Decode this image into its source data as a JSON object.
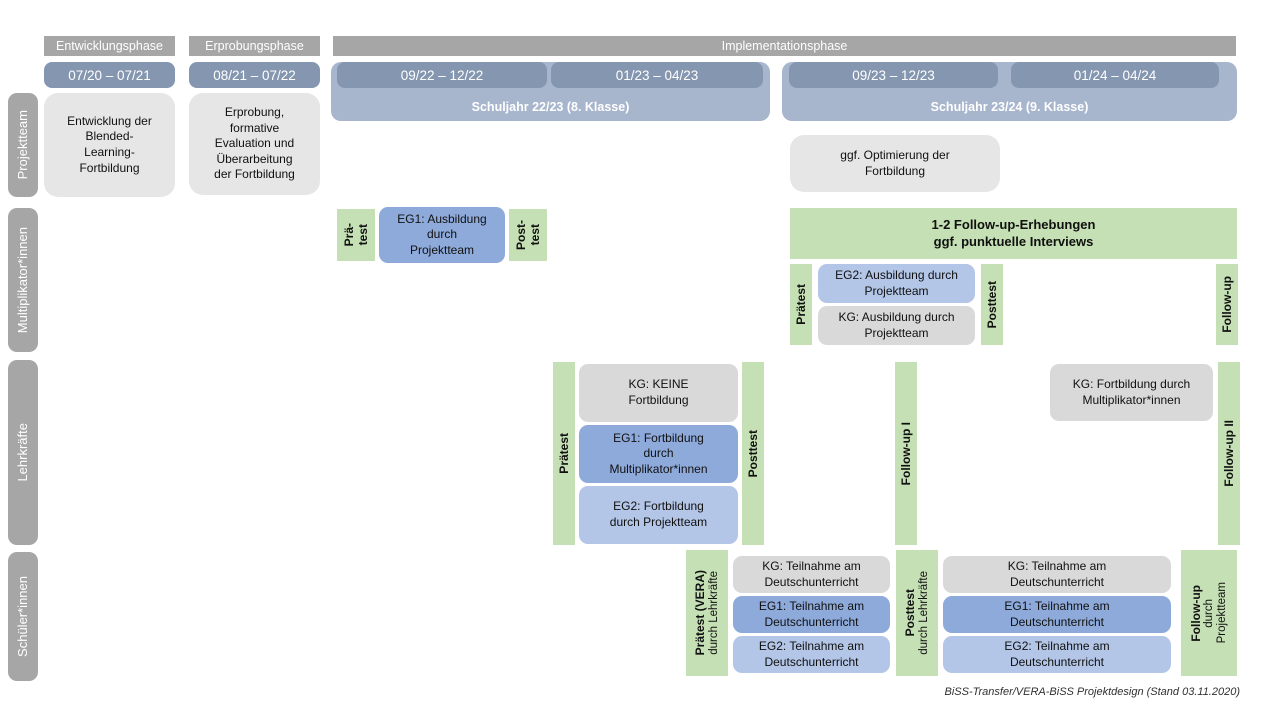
{
  "phases": {
    "entwicklung": "Entwicklungsphase",
    "erprobung": "Erprobungsphase",
    "implementation": "Implementationsphase"
  },
  "dates": {
    "d1": "07/20 – 07/21",
    "d2": "08/21 – 07/22",
    "d3": "09/22 – 12/22",
    "d4": "01/23 – 04/23",
    "d5": "09/23 – 12/23",
    "d6": "01/24 – 04/24"
  },
  "school_years": {
    "sy1": "Schuljahr 22/23 (8. Klasse)",
    "sy2": "Schuljahr 23/24 (9. Klasse)"
  },
  "rows": {
    "projektteam": "Projektteam",
    "multiplikatoren": "Multiplikator*innen",
    "lehrkraefte": "Lehrkräfte",
    "schueler": "Schüler*innen"
  },
  "projektteam": {
    "entwicklung_box": "Entwicklung der\nBlended-\nLearning-\nFortbildung",
    "erprobung_box": "Erprobung,\nformative\nEvaluation und\nÜberarbeitung\nder Fortbildung",
    "optimierung_box": "ggf. Optimierung der\nFortbildung"
  },
  "multiplikatoren": {
    "prae_l1": "Prä-",
    "prae_l2": "test",
    "eg1": "EG1: Ausbildung\ndurch\nProjektteam",
    "post_l1": "Post-",
    "post_l2": "test",
    "followup_box": "1-2 Follow-up-Erhebungen\nggf. punktuelle Interviews",
    "praetest": "Prätest",
    "eg2": "EG2: Ausbildung durch\nProjektteam",
    "kg": "KG: Ausbildung durch\nProjektteam",
    "posttest": "Posttest",
    "followup": "Follow-up"
  },
  "lehrkraefte": {
    "praetest": "Prätest",
    "kg": "KG: KEINE\nFortbildung",
    "eg1": "EG1: Fortbildung\ndurch\nMultiplikator*innen",
    "eg2": "EG2: Fortbildung\ndurch Projektteam",
    "posttest": "Posttest",
    "followup1": "Follow-up I",
    "kg2": "KG: Fortbildung durch\nMultiplikator*innen",
    "followup2": "Follow-up II"
  },
  "schueler": {
    "praetest_bold": "Prätest (VERA)",
    "durch_lehrkraefte": "durch Lehrkräfte",
    "kg": "KG: Teilnahme am\nDeutschunterricht",
    "eg1": "EG1: Teilnahme am\nDeutschunterricht",
    "eg2": "EG2: Teilnahme am\nDeutschunterricht",
    "posttest_bold": "Posttest",
    "followup_bold": "Follow-up",
    "followup_sub1": "durch",
    "followup_sub2": "Projektteam"
  },
  "footer": "BiSS-Transfer/VERA-BiSS Projektdesign (Stand 03.11.2020)",
  "colors": {
    "header_gray": "#a6a6a6",
    "date_blue": "#8496b0",
    "band_blue": "#a7b5cd",
    "box_light_gray": "#e7e6e6",
    "kg_gray": "#d9d9d9",
    "eg1_blue": "#8eaadb",
    "eg2_blue": "#b4c6e7",
    "green": "#c5e0b4"
  }
}
